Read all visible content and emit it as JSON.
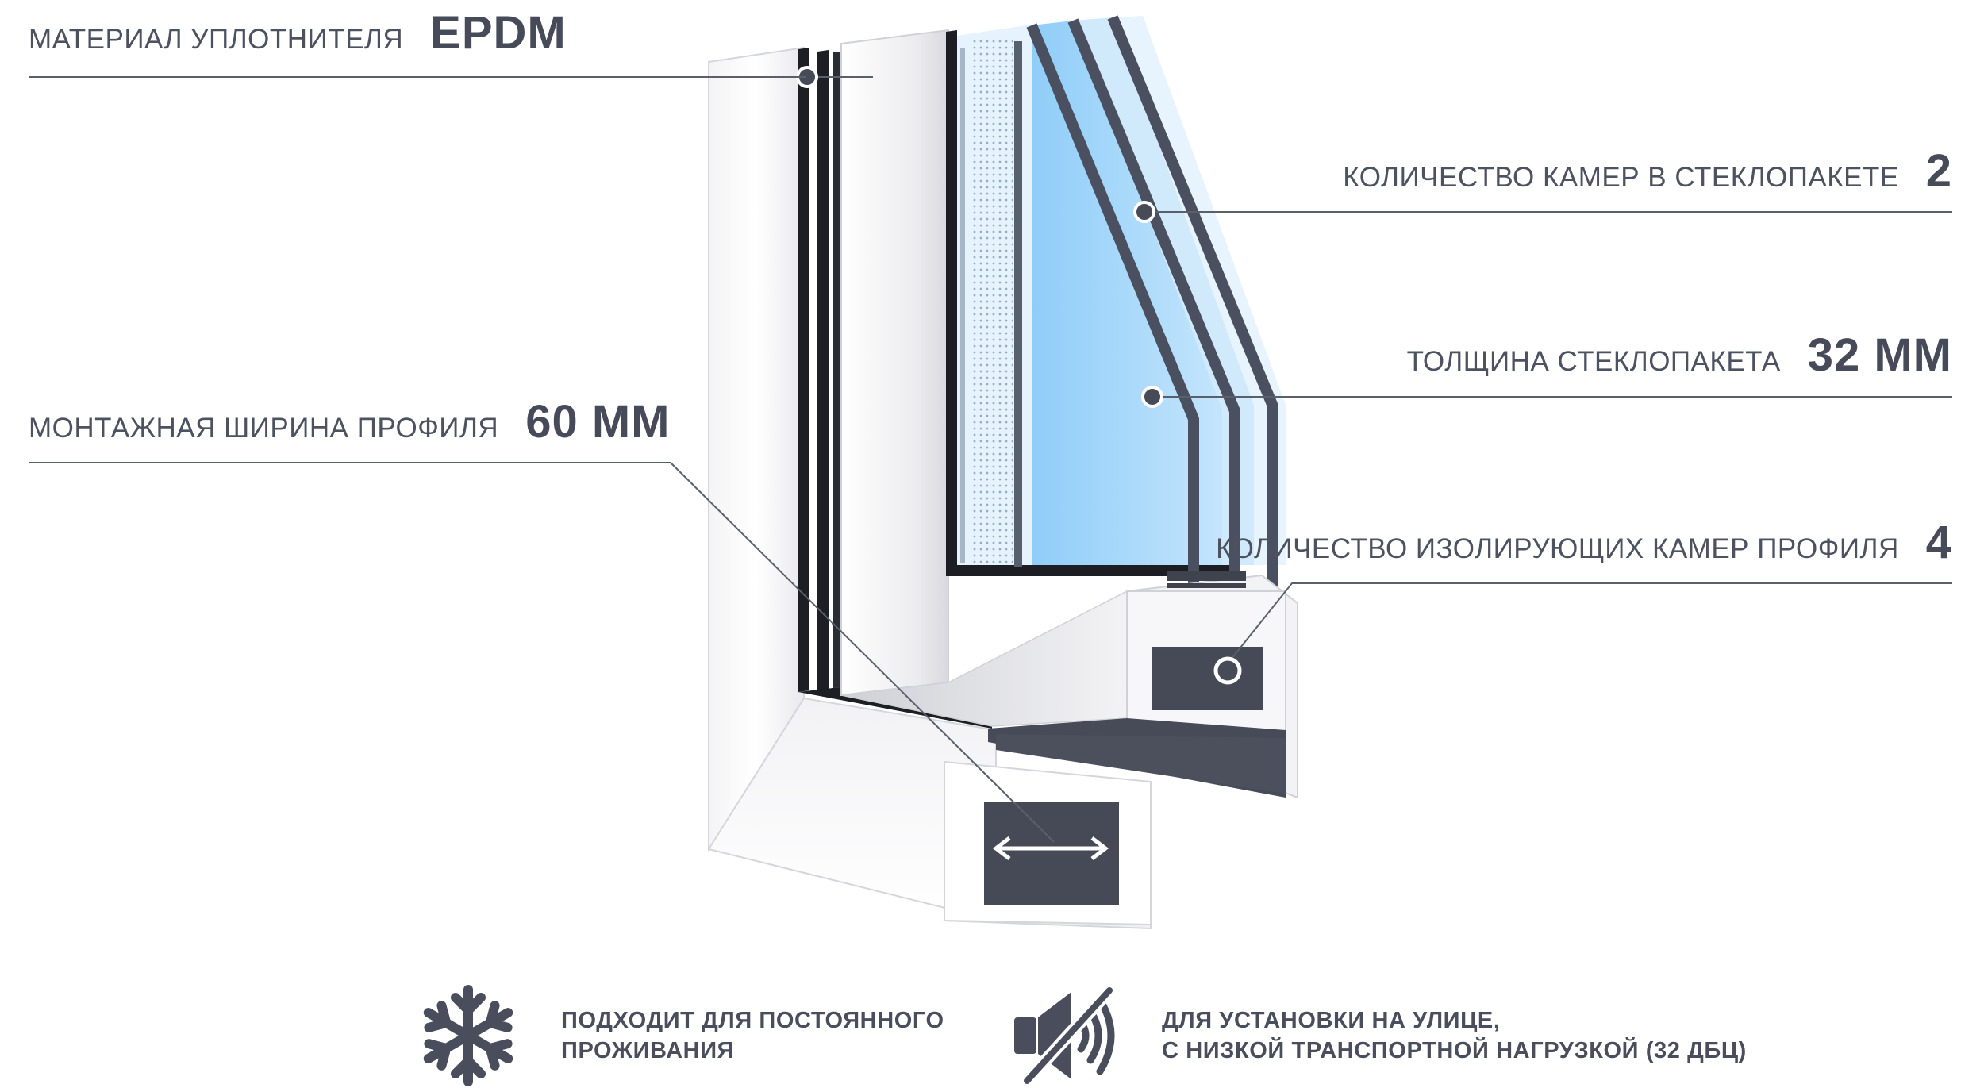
{
  "callouts": {
    "seal_material": {
      "label": "МАТЕРИАЛ УПЛОТНИТЕЛЯ",
      "value": "EPDM"
    },
    "glass_chambers": {
      "label": "КОЛИЧЕСТВО КАМЕР В СТЕКЛОПАКЕТЕ",
      "value": "2"
    },
    "glass_thickness": {
      "label": "ТОЛЩИНА СТЕКЛОПАКЕТА",
      "value": "32 ММ"
    },
    "mount_width": {
      "label": "МОНТАЖНАЯ ШИРИНА ПРОФИЛЯ",
      "value": "60 ММ"
    },
    "profile_chambers": {
      "label": "КОЛИЧЕСТВО ИЗОЛИРУЮЩИХ КАМЕР ПРОФИЛЯ",
      "value": "4"
    }
  },
  "features": [
    {
      "icon": "snowflake-icon",
      "line1": "ПОДХОДИТ ДЛЯ ПОСТОЯННОГО",
      "line2": "ПРОЖИВАНИЯ"
    },
    {
      "icon": "sound-muted-icon",
      "line1": "ДЛЯ УСТАНОВКИ НА УЛИЦЕ,",
      "line2": "С НИЗКОЙ ТРАНСПОРТНОЙ НАГРУЗКОЙ (32 ДБЦ)"
    }
  ],
  "colors": {
    "text": "#4a4e5c",
    "dark": "#454955",
    "glass": "#a8d8fb",
    "glass_light": "#d6edfd"
  }
}
